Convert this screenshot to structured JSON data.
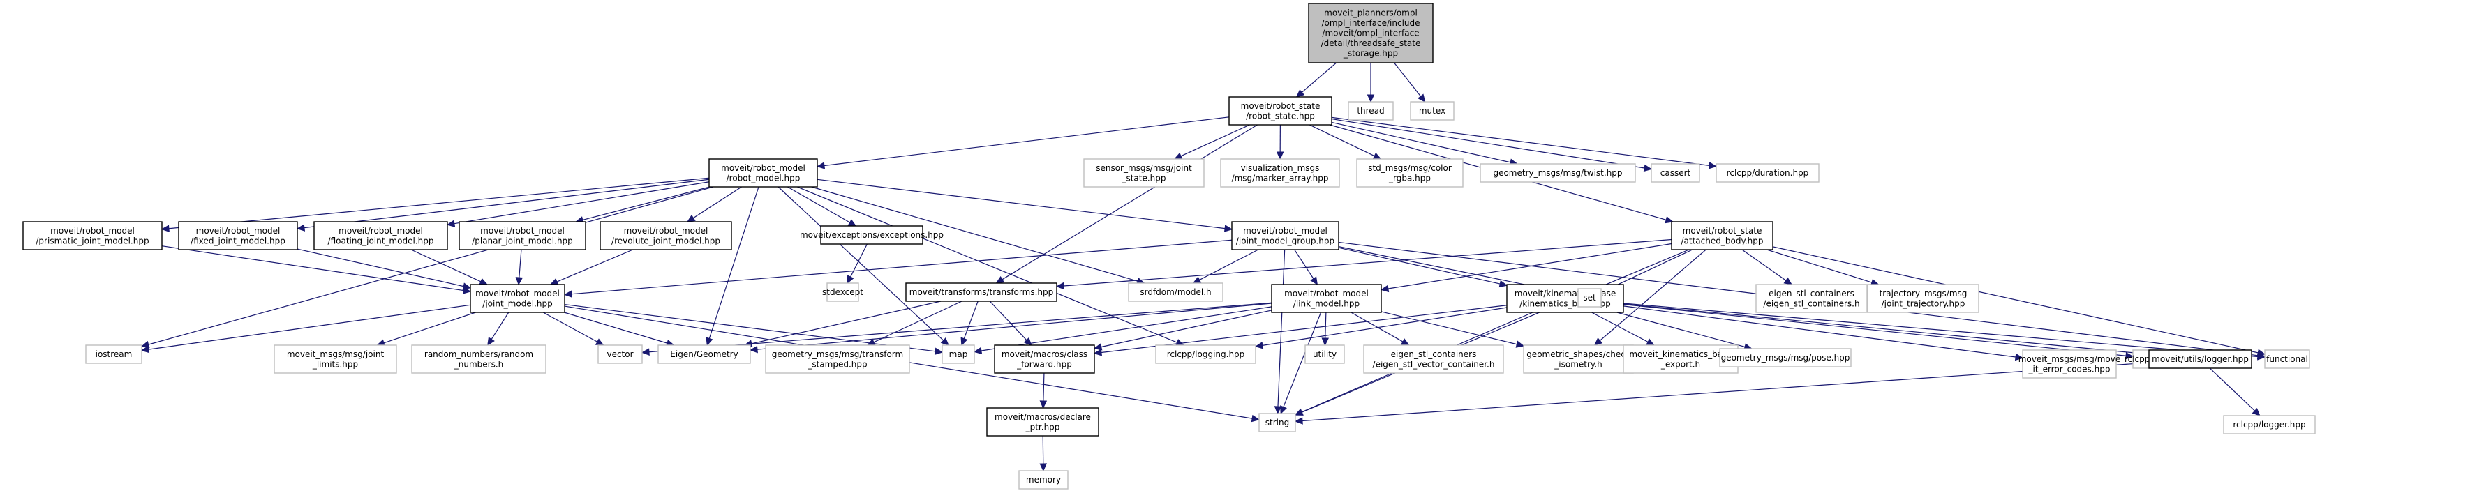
{
  "title": "Include dependency graph for threadsafe_state_storage.hpp",
  "colors": {
    "edge": "#191970",
    "root_fill": "#bfbfbf",
    "local_border": "#000000",
    "external_border": "#bfbfbf"
  },
  "nodes": {
    "root": {
      "kind": "root",
      "lines": [
        "moveit_planners/ompl",
        "/ompl_interface/include",
        "/moveit/ompl_interface",
        "/detail/threadsafe_state",
        "_storage.hpp"
      ]
    },
    "robot_state": {
      "kind": "local",
      "lines": [
        "moveit/robot_state",
        "/robot_state.hpp"
      ]
    },
    "thread": {
      "kind": "ext",
      "lines": [
        "thread"
      ]
    },
    "mutex": {
      "kind": "ext",
      "lines": [
        "mutex"
      ]
    },
    "robot_model": {
      "kind": "local",
      "lines": [
        "moveit/robot_model",
        "/robot_model.hpp"
      ]
    },
    "sensor_joint_state": {
      "kind": "ext",
      "lines": [
        "sensor_msgs/msg/joint",
        "_state.hpp"
      ]
    },
    "marker_array": {
      "kind": "ext",
      "lines": [
        "visualization_msgs",
        "/msg/marker_array.hpp"
      ]
    },
    "color_rgba": {
      "kind": "ext",
      "lines": [
        "std_msgs/msg/color",
        "_rgba.hpp"
      ]
    },
    "twist": {
      "kind": "ext",
      "lines": [
        "geometry_msgs/msg/twist.hpp"
      ]
    },
    "cassert": {
      "kind": "ext",
      "lines": [
        "cassert"
      ]
    },
    "duration": {
      "kind": "ext",
      "lines": [
        "rclcpp/duration.hpp"
      ]
    },
    "attached_body": {
      "kind": "local",
      "lines": [
        "moveit/robot_state",
        "/attached_body.hpp"
      ]
    },
    "prismatic": {
      "kind": "local",
      "lines": [
        "moveit/robot_model",
        "/prismatic_joint_model.hpp"
      ]
    },
    "fixed": {
      "kind": "local",
      "lines": [
        "moveit/robot_model",
        "/fixed_joint_model.hpp"
      ]
    },
    "floating": {
      "kind": "local",
      "lines": [
        "moveit/robot_model",
        "/floating_joint_model.hpp"
      ]
    },
    "planar": {
      "kind": "local",
      "lines": [
        "moveit/robot_model",
        "/planar_joint_model.hpp"
      ]
    },
    "revolute": {
      "kind": "local",
      "lines": [
        "moveit/robot_model",
        "/revolute_joint_model.hpp"
      ]
    },
    "exceptions": {
      "kind": "local",
      "lines": [
        "moveit/exceptions/exceptions.hpp"
      ]
    },
    "joint_model_group": {
      "kind": "local",
      "lines": [
        "moveit/robot_model",
        "/joint_model_group.hpp"
      ]
    },
    "joint_model": {
      "kind": "local",
      "lines": [
        "moveit/robot_model",
        "/joint_model.hpp"
      ]
    },
    "stdexcept": {
      "kind": "ext",
      "lines": [
        "stdexcept"
      ]
    },
    "transforms": {
      "kind": "local",
      "lines": [
        "moveit/transforms/transforms.hpp"
      ]
    },
    "srdf_model": {
      "kind": "ext",
      "lines": [
        "srdfdom/model.h"
      ]
    },
    "link_model": {
      "kind": "local",
      "lines": [
        "moveit/robot_model",
        "/link_model.hpp"
      ]
    },
    "kinematics_base": {
      "kind": "local",
      "lines": [
        "moveit/kinematics_base",
        "/kinematics_base.hpp"
      ]
    },
    "set": {
      "kind": "ext",
      "lines": [
        "set"
      ]
    },
    "eigen_stl_containers": {
      "kind": "ext",
      "lines": [
        "eigen_stl_containers",
        "/eigen_stl_containers.h"
      ]
    },
    "joint_trajectory": {
      "kind": "ext",
      "lines": [
        "trajectory_msgs/msg",
        "/joint_trajectory.hpp"
      ]
    },
    "iostream": {
      "kind": "ext",
      "lines": [
        "iostream"
      ]
    },
    "joint_limits": {
      "kind": "ext",
      "lines": [
        "moveit_msgs/msg/joint",
        "_limits.hpp"
      ]
    },
    "random_numbers": {
      "kind": "ext",
      "lines": [
        "random_numbers/random",
        "_numbers.h"
      ]
    },
    "vector": {
      "kind": "ext",
      "lines": [
        "vector"
      ]
    },
    "eigen_geometry": {
      "kind": "ext",
      "lines": [
        "Eigen/Geometry"
      ]
    },
    "transform_stamped": {
      "kind": "ext",
      "lines": [
        "geometry_msgs/msg/transform",
        "_stamped.hpp"
      ]
    },
    "map": {
      "kind": "ext",
      "lines": [
        "map"
      ]
    },
    "class_forward": {
      "kind": "local",
      "lines": [
        "moveit/macros/class",
        "_forward.hpp"
      ]
    },
    "rclcpp_logging": {
      "kind": "ext",
      "lines": [
        "rclcpp/logging.hpp"
      ]
    },
    "utility": {
      "kind": "ext",
      "lines": [
        "utility"
      ]
    },
    "eigen_vector_container": {
      "kind": "ext",
      "lines": [
        "eigen_stl_containers",
        "/eigen_stl_vector_container.h"
      ]
    },
    "check_isometry": {
      "kind": "ext",
      "lines": [
        "geometric_shapes/check",
        "_isometry.h"
      ]
    },
    "kinematics_export": {
      "kind": "ext",
      "lines": [
        "moveit_kinematics_base",
        "_export.h"
      ]
    },
    "pose": {
      "kind": "ext",
      "lines": [
        "geometry_msgs/msg/pose.hpp"
      ]
    },
    "error_codes": {
      "kind": "ext",
      "lines": [
        "moveit_msgs/msg/move",
        "_it_error_codes.hpp"
      ]
    },
    "node": {
      "kind": "ext",
      "lines": [
        "rclcpp/node.hpp"
      ]
    },
    "logger": {
      "kind": "local",
      "lines": [
        "moveit/utils/logger.hpp"
      ]
    },
    "functional": {
      "kind": "ext",
      "lines": [
        "functional"
      ]
    },
    "declare_ptr": {
      "kind": "local",
      "lines": [
        "moveit/macros/declare",
        "_ptr.hpp"
      ]
    },
    "string": {
      "kind": "ext",
      "lines": [
        "string"
      ]
    },
    "rclcpp_logger": {
      "kind": "ext",
      "lines": [
        "rclcpp/logger.hpp"
      ]
    },
    "memory": {
      "kind": "ext",
      "lines": [
        "memory"
      ]
    }
  },
  "edges": [
    [
      "root",
      "robot_state"
    ],
    [
      "root",
      "thread"
    ],
    [
      "root",
      "mutex"
    ],
    [
      "robot_state",
      "robot_model"
    ],
    [
      "robot_state",
      "sensor_joint_state"
    ],
    [
      "robot_state",
      "marker_array"
    ],
    [
      "robot_state",
      "color_rgba"
    ],
    [
      "robot_state",
      "twist"
    ],
    [
      "robot_state",
      "cassert"
    ],
    [
      "robot_state",
      "duration"
    ],
    [
      "robot_state",
      "attached_body"
    ],
    [
      "robot_state",
      "transforms"
    ],
    [
      "robot_model",
      "prismatic"
    ],
    [
      "robot_model",
      "fixed"
    ],
    [
      "robot_model",
      "floating"
    ],
    [
      "robot_model",
      "planar"
    ],
    [
      "robot_model",
      "revolute"
    ],
    [
      "robot_model",
      "exceptions"
    ],
    [
      "robot_model",
      "joint_model_group"
    ],
    [
      "robot_model",
      "iostream"
    ],
    [
      "robot_model",
      "eigen_geometry"
    ],
    [
      "robot_model",
      "map"
    ],
    [
      "robot_model",
      "srdf_model"
    ],
    [
      "robot_model",
      "rclcpp_logging"
    ],
    [
      "prismatic",
      "joint_model"
    ],
    [
      "fixed",
      "joint_model"
    ],
    [
      "floating",
      "joint_model"
    ],
    [
      "planar",
      "joint_model"
    ],
    [
      "revolute",
      "joint_model"
    ],
    [
      "exceptions",
      "stdexcept"
    ],
    [
      "joint_model_group",
      "joint_model"
    ],
    [
      "joint_model_group",
      "link_model"
    ],
    [
      "joint_model_group",
      "kinematics_base"
    ],
    [
      "joint_model_group",
      "srdf_model"
    ],
    [
      "joint_model_group",
      "set"
    ],
    [
      "joint_model_group",
      "functional"
    ],
    [
      "joint_model_group",
      "string"
    ],
    [
      "attached_body",
      "set"
    ],
    [
      "attached_body",
      "eigen_stl_containers"
    ],
    [
      "attached_body",
      "joint_trajectory"
    ],
    [
      "attached_body",
      "transforms"
    ],
    [
      "attached_body",
      "link_model"
    ],
    [
      "attached_body",
      "functional"
    ],
    [
      "attached_body",
      "string"
    ],
    [
      "attached_body",
      "check_isometry"
    ],
    [
      "joint_model",
      "iostream"
    ],
    [
      "joint_model",
      "joint_limits"
    ],
    [
      "joint_model",
      "random_numbers"
    ],
    [
      "joint_model",
      "vector"
    ],
    [
      "joint_model",
      "eigen_geometry"
    ],
    [
      "joint_model",
      "map"
    ],
    [
      "joint_model",
      "string"
    ],
    [
      "transforms",
      "eigen_geometry"
    ],
    [
      "transforms",
      "transform_stamped"
    ],
    [
      "transforms",
      "map"
    ],
    [
      "transforms",
      "class_forward"
    ],
    [
      "link_model",
      "vector"
    ],
    [
      "link_model",
      "eigen_geometry"
    ],
    [
      "link_model",
      "map"
    ],
    [
      "link_model",
      "class_forward"
    ],
    [
      "link_model",
      "utility"
    ],
    [
      "link_model",
      "eigen_vector_container"
    ],
    [
      "link_model",
      "check_isometry"
    ],
    [
      "link_model",
      "string"
    ],
    [
      "kinematics_base",
      "class_forward"
    ],
    [
      "kinematics_base",
      "rclcpp_logging"
    ],
    [
      "kinematics_base",
      "kinematics_export"
    ],
    [
      "kinematics_base",
      "pose"
    ],
    [
      "kinematics_base",
      "error_codes"
    ],
    [
      "kinematics_base",
      "node"
    ],
    [
      "kinematics_base",
      "logger"
    ],
    [
      "kinematics_base",
      "functional"
    ],
    [
      "kinematics_base",
      "string"
    ],
    [
      "class_forward",
      "declare_ptr"
    ],
    [
      "declare_ptr",
      "memory"
    ],
    [
      "logger",
      "rclcpp_logger"
    ],
    [
      "logger",
      "string"
    ]
  ]
}
